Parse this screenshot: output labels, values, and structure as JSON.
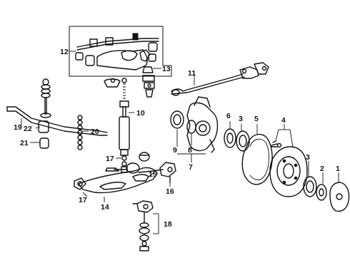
{
  "callouts": {
    "c1": "1",
    "c2": "2",
    "c3a": "3",
    "c3b": "3",
    "c4": "4",
    "c5": "5",
    "c6": "6",
    "c7": "7",
    "c8": "8",
    "c9": "9",
    "c10": "10",
    "c11": "11",
    "c12": "12",
    "c13": "13",
    "c14": "14",
    "c15": "15",
    "c16": "16",
    "c17a": "17",
    "c17b": "17",
    "c18": "18",
    "c19": "19",
    "c20": "20",
    "c21": "21",
    "c22": "22"
  }
}
